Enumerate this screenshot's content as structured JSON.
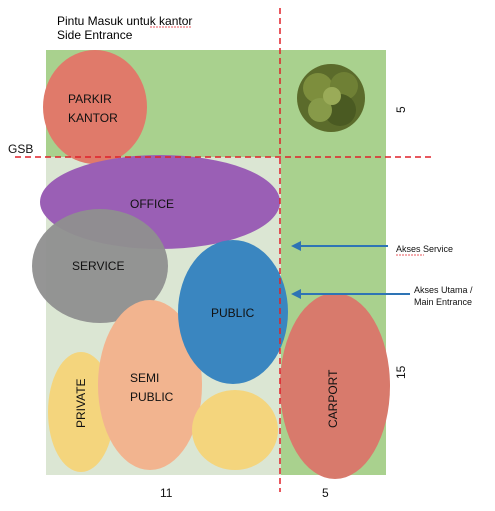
{
  "diagram": {
    "top_note_line1": "Pintu Masuk untuk kantor",
    "top_note_line2": "Side Entrance",
    "gsb_label": "GSB",
    "dimensions": {
      "top_right": "5",
      "right_lower": "15",
      "bottom_left": "11",
      "bottom_right": "5"
    },
    "zones": {
      "parkir_line1": "PARKIR",
      "parkir_line2": "KANTOR",
      "office": "OFFICE",
      "service": "SERVICE",
      "public": "PUBLIC",
      "semi_line1": "SEMI",
      "semi_line2": "PUBLIC",
      "private": "PRIVATE",
      "carport": "CARPORT"
    },
    "arrows": {
      "service_access": "Akses Service",
      "main_access_line1": "Akses Utama /",
      "main_access_line2": "Main Entrance"
    },
    "colors": {
      "site_green": "#a9d18e",
      "inner_lot": "#dbe6d3",
      "parkir": "#e07a6a",
      "office": "#9a5fb5",
      "service": "#8f8f8f",
      "public": "#3a86c0",
      "semi": "#f2b48f",
      "private": "#f4d57d",
      "carport": "#d87a6c",
      "guide_red": "#e0202a",
      "arrow_blue": "#2e74b5"
    }
  }
}
